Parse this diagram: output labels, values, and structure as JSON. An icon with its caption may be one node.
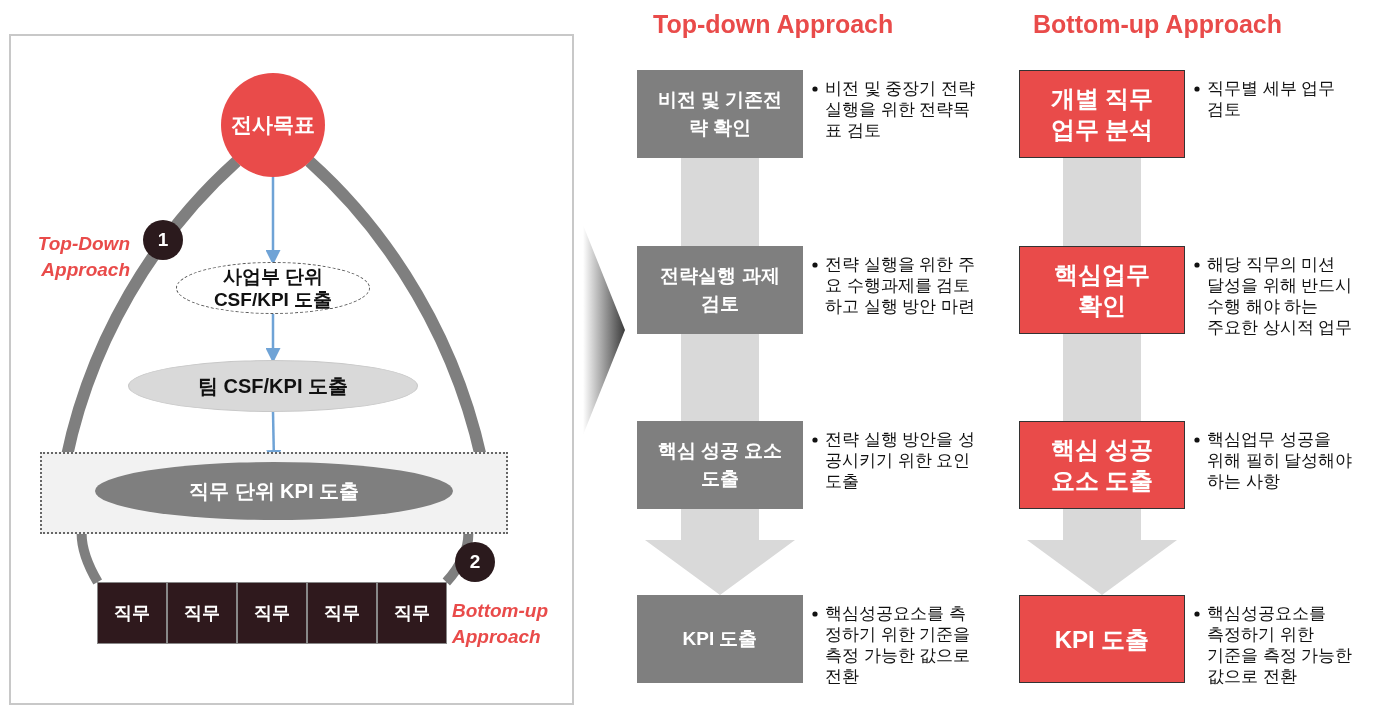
{
  "diagram": {
    "nodes": [
      {
        "text": [
          "전사목표"
        ]
      },
      {
        "text": [
          "사업부 단위 CSF/KPI 도출"
        ]
      },
      {
        "text": [
          "팀 CSF/KPI 도출"
        ]
      },
      {
        "text": [],
        "shape": "box"
      },
      {
        "text": [
          "직무 단위 KPI 도출"
        ],
        "in": 3
      },
      {
        "text": [
          "직무"
        ]
      },
      {
        "text": [
          "직무"
        ]
      },
      {
        "text": [
          "직무"
        ]
      },
      {
        "text": [
          "직무"
        ]
      },
      {
        "text": [
          "직무"
        ]
      },
      {
        "text": [
          "비전 및 기존전략 확인"
        ],
        "beside": [
          "비전 및 중장기 전략 실행을 위한 전략목표 검토"
        ]
      },
      {
        "text": [
          "전략실행 과제검토"
        ],
        "beside": [
          "전략 실행을 위한 주요 수행과제를 검토하고 실행 방안 마련"
        ]
      },
      {
        "text": [
          "핵심 성공 요소 도출"
        ],
        "beside": [
          "전략 실행 방안을 성공시키기 위한 요인 도출"
        ]
      },
      {
        "text": [
          "KPI 도출"
        ],
        "beside": [
          "핵심성공요소를 측정하기 위한 기준을 측정 가능한 값으로 전환"
        ]
      },
      {
        "text": [
          "개별 직무 업무 분석"
        ],
        "beside": [
          "직무별 세부 업무 검토"
        ]
      },
      {
        "text": [
          "핵심업무 확인"
        ],
        "beside": [
          "해당 직무의 미션 달성을 위해 반드시 수행 해야 하는 주요한 상시적 업무"
        ]
      },
      {
        "text": [
          "핵심 성공 요소 도출"
        ],
        "beside": [
          "핵심업무 성공을 위해 필히 달성해야 하는 사항"
        ]
      },
      {
        "text": [
          "KPI 도출"
        ],
        "beside": [
          "핵심성공요소를 측정하기 위한 기준을 측정 가능한 값으로 전환"
        ]
      }
    ],
    "edges": [
      {
        "from": 0,
        "to": 1,
        "arrow": "to",
        "color": "#6fa3d6"
      },
      {
        "from": 1,
        "to": 2,
        "arrow": "to",
        "color": "#6fa3d6"
      },
      {
        "from": 2,
        "to": 4,
        "arrow": "to",
        "color": "#6fa3d6"
      },
      {
        "from": 0,
        "to": 3,
        "arrow": "to",
        "color": "#7f7f7f"
      },
      {
        "from": 0,
        "to": 3,
        "arrow": "to",
        "color": "#7f7f7f"
      },
      {
        "from": 5,
        "to": 3,
        "arrow": "to",
        "color": "#7f7f7f"
      },
      {
        "from": 9,
        "to": 3,
        "arrow": "to",
        "color": "#7f7f7f"
      },
      {
        "from": 10,
        "to": 11,
        "arrow": "none",
        "style": "thick",
        "color": "#d9d9d9"
      },
      {
        "from": 11,
        "to": 12,
        "arrow": "none",
        "style": "thick",
        "color": "#d9d9d9"
      },
      {
        "from": 12,
        "to": 13,
        "arrow": "to",
        "style": "thick",
        "color": "#d9d9d9"
      },
      {
        "from": 14,
        "to": 15,
        "arrow": "none",
        "style": "thick",
        "color": "#d9d9d9"
      },
      {
        "from": 15,
        "to": 16,
        "arrow": "none",
        "style": "thick",
        "color": "#d9d9d9"
      },
      {
        "from": 16,
        "to": 17,
        "arrow": "to",
        "style": "thick",
        "color": "#d9d9d9"
      }
    ],
    "labels": [
      "Top-down Approach",
      "Bottom-up Approach",
      "1",
      "Top-Down Approach",
      "2",
      "Bottom-up Approach"
    ]
  }
}
